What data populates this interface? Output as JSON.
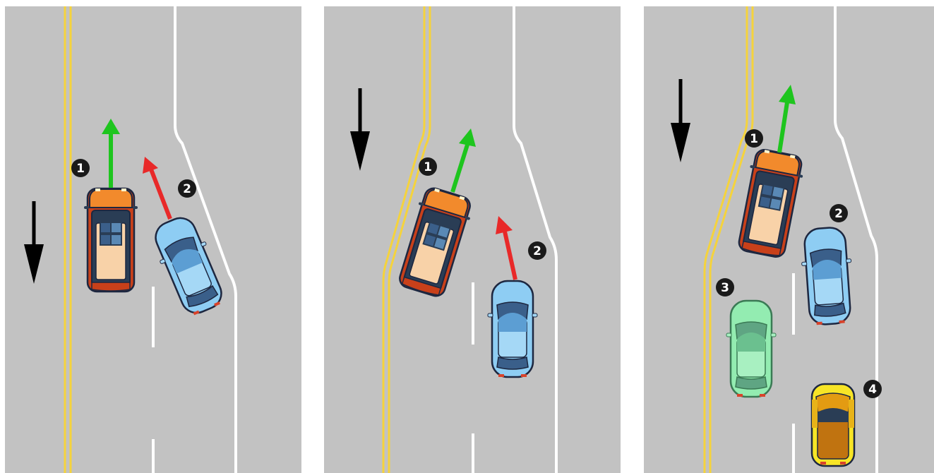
{
  "colors": {
    "road": "#c2c2c2",
    "center_line": "#f5d33c",
    "lane_line": "#ffffff",
    "green_arrow": "#1ec51e",
    "red_arrow": "#e82929",
    "direction_arrow": "#000000"
  },
  "panels": [
    {
      "id": "panel-1",
      "vehicles": [
        {
          "label": "1",
          "kind": "orange-suv"
        },
        {
          "label": "2",
          "kind": "blue-sedan"
        }
      ],
      "arrows": [
        {
          "kind": "green",
          "icon": "up-arrow-icon"
        },
        {
          "kind": "red",
          "icon": "up-left-arrow-icon"
        },
        {
          "kind": "direction",
          "icon": "down-arrow-icon"
        }
      ]
    },
    {
      "id": "panel-2",
      "vehicles": [
        {
          "label": "1",
          "kind": "orange-suv"
        },
        {
          "label": "2",
          "kind": "blue-sedan"
        }
      ],
      "arrows": [
        {
          "kind": "green",
          "icon": "up-right-arrow-icon"
        },
        {
          "kind": "red",
          "icon": "up-arrow-icon"
        },
        {
          "kind": "direction",
          "icon": "down-arrow-icon"
        }
      ]
    },
    {
      "id": "panel-3",
      "vehicles": [
        {
          "label": "1",
          "kind": "orange-suv"
        },
        {
          "label": "2",
          "kind": "blue-sedan"
        },
        {
          "label": "3",
          "kind": "green-sedan"
        },
        {
          "label": "4",
          "kind": "yellow-sports-car"
        }
      ],
      "arrows": [
        {
          "kind": "green",
          "icon": "up-right-arrow-icon"
        },
        {
          "kind": "direction",
          "icon": "down-arrow-icon"
        }
      ]
    }
  ]
}
